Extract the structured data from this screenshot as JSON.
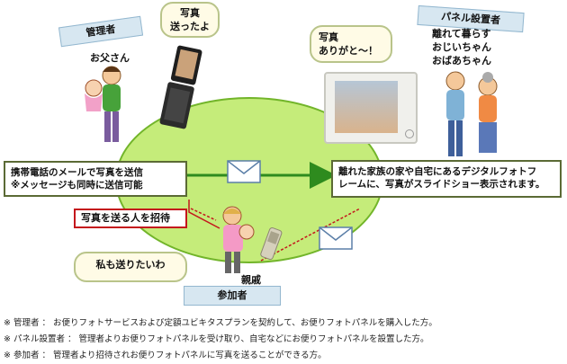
{
  "roles": {
    "admin": "管理者",
    "panel_installer": "パネル設置者",
    "participant": "参加者"
  },
  "people": {
    "father": "お父さん",
    "grandparents": [
      "離れて暮らす",
      "おじいちゃん",
      "おばあちゃん"
    ],
    "relative": "親戚"
  },
  "bubbles": {
    "sent": [
      "写真",
      "送ったよ"
    ],
    "thanks": [
      "写真",
      "ありがと～！"
    ],
    "want_send": "私も送りたいわ"
  },
  "boxes": {
    "mail": [
      "携帯電話のメールで写真を送信",
      "※メッセージも同時に送信可能"
    ],
    "slideshow": [
      "離れた家族の家や自宅にあるデジタルフォトフ",
      "レームに、写真がスライドショー表示されます。"
    ],
    "invite": "写真を送る人を招待"
  },
  "notes": [
    "※ 管理者 ： お便りフォトサービスおよび定額ユビキタスプランを契約して、お便りフォトパネルを購入した方。",
    "※ パネル設置者 ： 管理者よりお便りフォトパネルを受け取り、自宅などにお便りフォトパネルを設置した方。",
    "※ 参加者 ： 管理者より招待されお便りフォトパネルに写真を送ることができる方。"
  ],
  "colors": {
    "ellipse_fill": "#c5ec7a",
    "arrow_green": "#2e8b1e",
    "invite_red": "#c4161c"
  }
}
